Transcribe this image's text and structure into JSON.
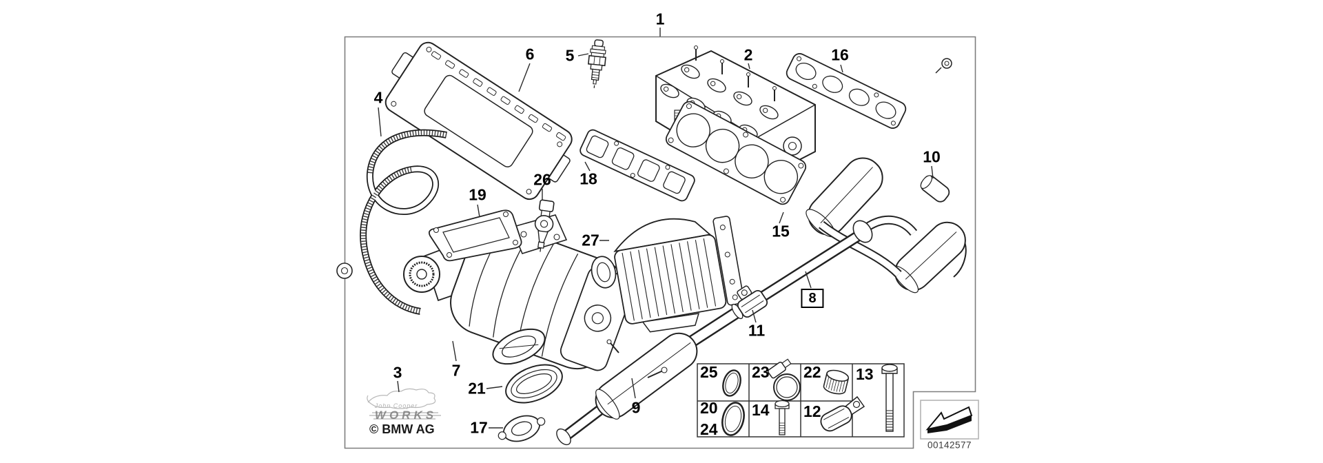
{
  "figure": {
    "copyright": "© BMW AG",
    "image_number": "00142577",
    "watermark": {
      "script": "John Cooper",
      "block": "WORKS"
    }
  },
  "callouts": {
    "c1": "1",
    "c2": "2",
    "c3": "3",
    "c4": "4",
    "c5": "5",
    "c6": "6",
    "c7": "7",
    "c8": "8",
    "c9": "9",
    "c10": "10",
    "c11": "11",
    "c12": "12",
    "c13": "13",
    "c14": "14",
    "c15": "15",
    "c16": "16",
    "c17": "17",
    "c18": "18",
    "c19": "19",
    "c20": "20",
    "c21": "21",
    "c22": "22",
    "c23": "23",
    "c24": "24",
    "c25": "25",
    "c26": "26",
    "c27": "27"
  },
  "icons": {
    "page_arrow_icon": "arrow-down-left-3d"
  },
  "colors": {
    "line": "#222222",
    "leader": "#2a2a2a",
    "frame_border": "#7d7d7d",
    "table_border": "#333333",
    "watermark_gray": "#9a9a9a",
    "arrow_box_border": "#b4b4b4"
  }
}
